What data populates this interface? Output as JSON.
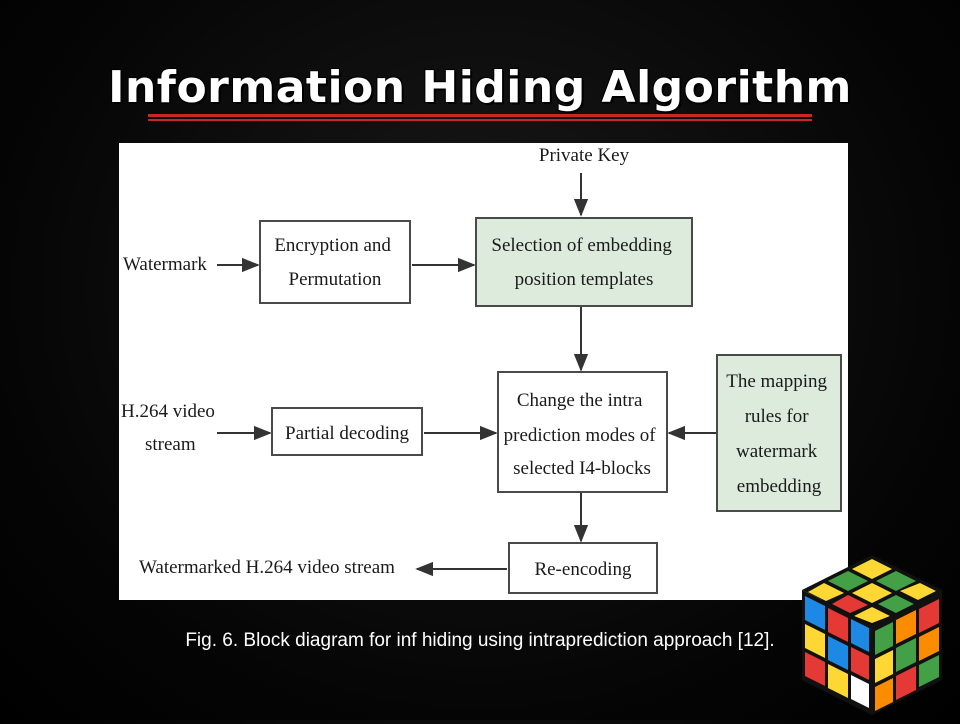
{
  "slide": {
    "title": "Information Hiding Algorithm",
    "caption": "Fig. 6. Block diagram  for inf hiding using intraprediction approach [12]."
  },
  "diagram": {
    "nodes": {
      "private_key": [
        "Private Key"
      ],
      "watermark": [
        "Watermark"
      ],
      "encryption": [
        "Encryption and",
        "Permutation"
      ],
      "selection": [
        "Selection of embedding",
        "position templates"
      ],
      "h264_input": [
        "H.264 video",
        "stream"
      ],
      "partial_decoding": [
        "Partial decoding"
      ],
      "change_modes": [
        "Change the intra",
        "prediction modes of",
        "selected I4-blocks"
      ],
      "mapping_rules": [
        "The mapping",
        "rules for",
        "watermark",
        "embedding"
      ],
      "re_encoding": [
        "Re-encoding"
      ],
      "output": [
        "Watermarked H.264 video stream"
      ]
    },
    "colors": {
      "box_fill_white": "#ffffff",
      "box_fill_green": "#dcebdc",
      "box_stroke": "#4a4a4a",
      "arrow": "#333333"
    }
  },
  "theme": {
    "background": "#000000",
    "title_color": "#ffffff",
    "underline_color": "#c62828",
    "caption_color": "#ffffff"
  },
  "decoration": {
    "icon": "rubiks-cube-icon",
    "face_colors": [
      "#e53935",
      "#1e88e5",
      "#43a047",
      "#fdd835",
      "#ffffff",
      "#fb8c00"
    ]
  }
}
